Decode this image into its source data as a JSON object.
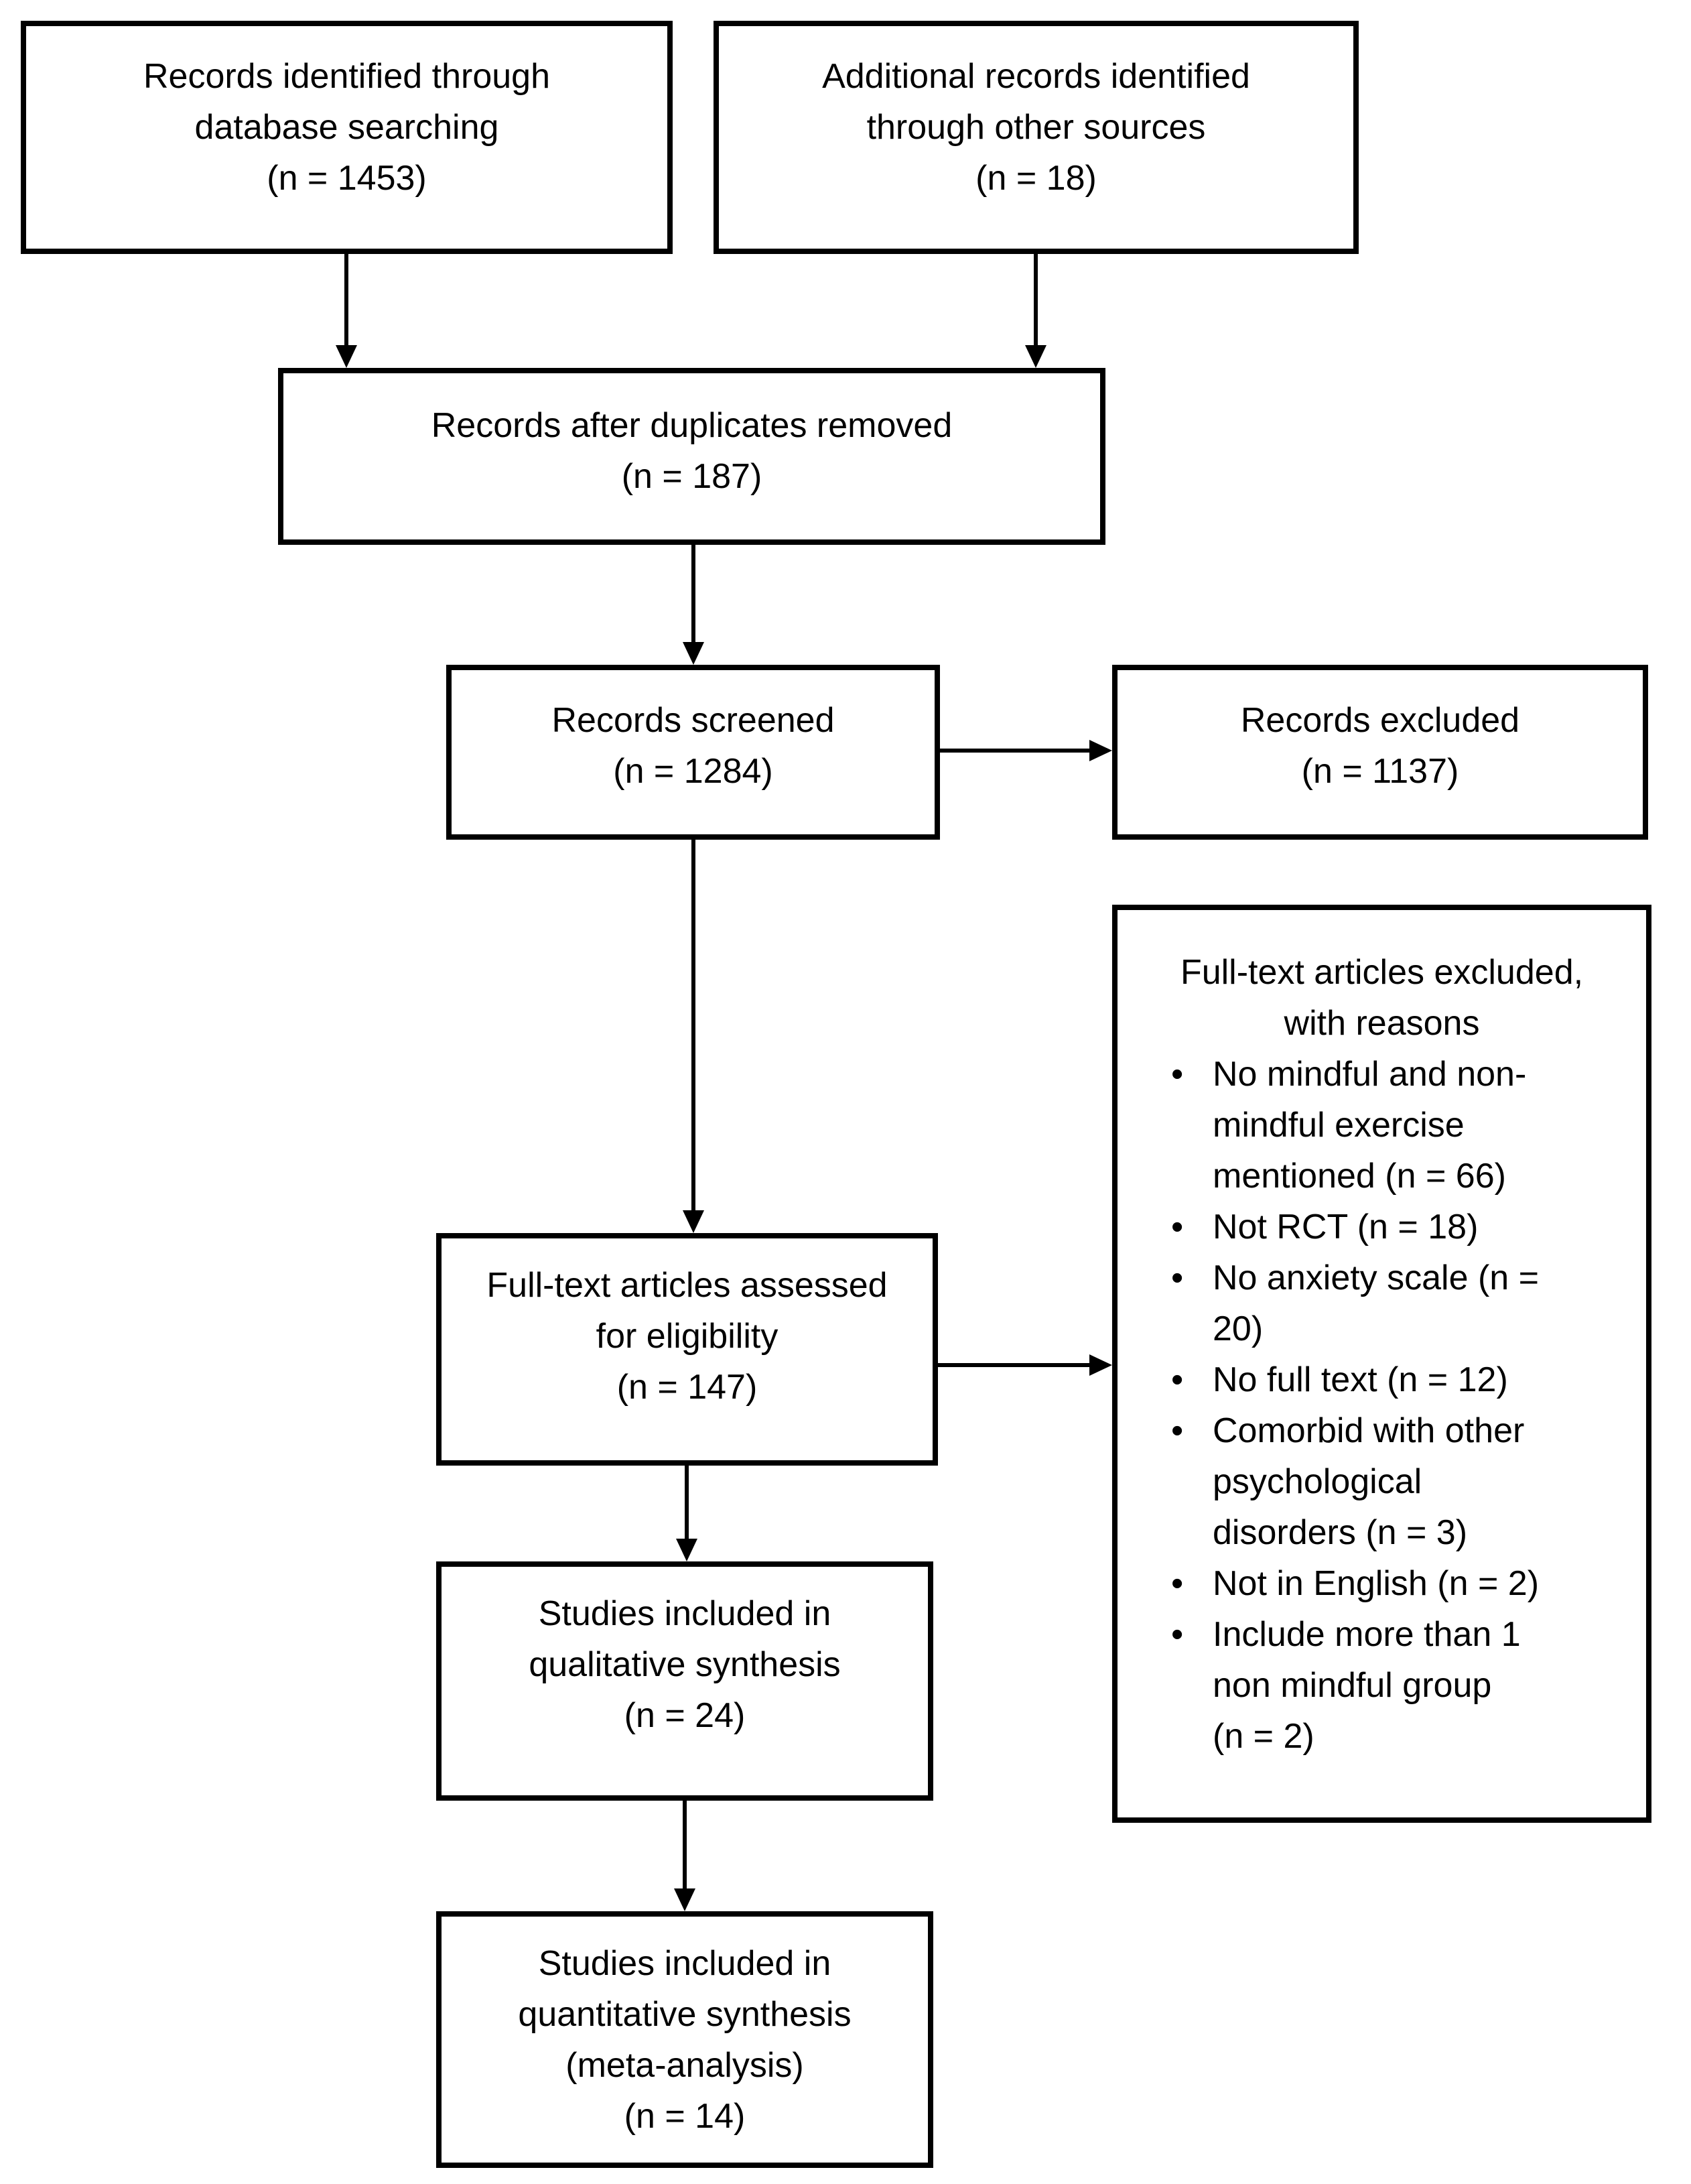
{
  "diagram": {
    "type": "prisma-flow-diagram",
    "colors": {
      "border": "#000000",
      "text": "#000000",
      "background": "#ffffff"
    },
    "bullet_glyph": "•",
    "boxes": {
      "records_identified": {
        "lines": [
          "Records identified through",
          "database searching",
          "(n = 1453)"
        ]
      },
      "additional_records": {
        "lines": [
          "Additional records identified",
          "through other sources",
          "(n = 18)"
        ]
      },
      "after_duplicates": {
        "lines": [
          "Records after duplicates removed",
          "(n = 187)"
        ]
      },
      "records_screened": {
        "lines": [
          "Records screened",
          "(n = 1284)"
        ]
      },
      "records_excluded": {
        "lines": [
          "Records excluded",
          "(n = 1137)"
        ]
      },
      "fulltext_assessed": {
        "lines": [
          "Full-text articles assessed",
          "for eligibility",
          "(n = 147)"
        ]
      },
      "fulltext_excluded": {
        "title_lines": [
          "Full-text articles excluded,",
          "with reasons"
        ],
        "reasons": [
          "No mindful and non-\nmindful exercise\nmentioned (n = 66)",
          "Not RCT (n = 18)",
          "No anxiety scale (n =\n20)",
          "No full text (n = 12)",
          "Comorbid with other\npsychological\ndisorders (n = 3)",
          "Not in English (n = 2)",
          "Include more than 1\nnon mindful group\n(n = 2)"
        ]
      },
      "qualitative_synthesis": {
        "lines": [
          "Studies included in",
          "qualitative synthesis",
          "(n = 24)"
        ]
      },
      "quantitative_synthesis": {
        "lines": [
          "Studies included in",
          "quantitative synthesis",
          "(meta-analysis)",
          "(n = 14)"
        ]
      }
    }
  }
}
